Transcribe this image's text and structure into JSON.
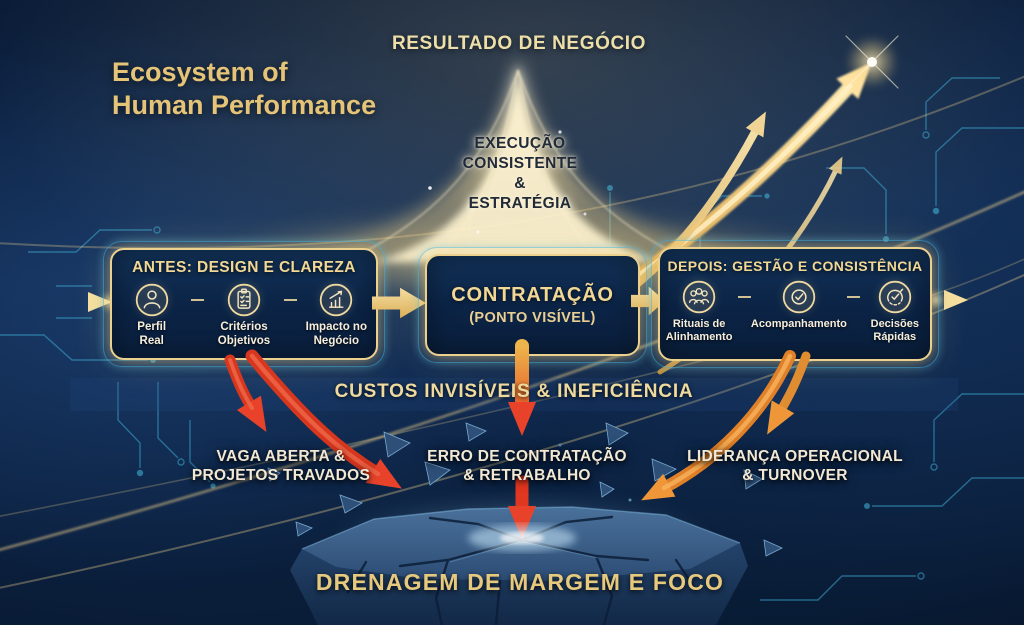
{
  "colors": {
    "background_navy": "#0d2446",
    "gold_accent": "#e8c87a",
    "gold_bright": "#ffe9b0",
    "cream_text": "#f2e8d4",
    "dark_text_on_glow": "#212a38",
    "red_arrow": "#d8371f",
    "orange_arrow": "#e08028",
    "cyan_circuit": "#3fb4dc",
    "stone_blue": "#2e5078"
  },
  "header": {
    "title_line1": "Ecosystem of",
    "title_line2": "Human Performance",
    "outcome_label": "RESULTADO DE NEGÓCIO"
  },
  "peak": {
    "label": "EXECUÇÃO\nCONSISTENTE\n&\nESTRATÉGIA"
  },
  "flow": {
    "before": {
      "title": "ANTES: DESIGN E CLAREZA",
      "items": [
        {
          "icon": "person-icon",
          "label": "Perfil\nReal"
        },
        {
          "icon": "checklist-icon",
          "label": "Critérios\nObjetivos"
        },
        {
          "icon": "growth-chart-icon",
          "label": "Impacto no\nNegócio"
        }
      ]
    },
    "hiring": {
      "title": "CONTRATAÇÃO",
      "subtitle": "(PONTO VISÍVEL)"
    },
    "after": {
      "title": "DEPOIS: GESTÃO E CONSISTÊNCIA",
      "items": [
        {
          "icon": "team-icon",
          "label": "Rituais de\nAlinhamento"
        },
        {
          "icon": "check-circle-icon",
          "label": "Acompanhamento"
        },
        {
          "icon": "speed-check-icon",
          "label": "Decisões\nRápidas"
        }
      ]
    }
  },
  "costs": {
    "band_label": "CUSTOS INVISÍVEIS & INEFICIÊNCIA",
    "items": [
      {
        "label": "VAGA ABERTA &\nPROJETOS TRAVADOS"
      },
      {
        "label": "ERRO DE CONTRATAÇÃO\n& RETRABALHO"
      },
      {
        "label": "LIDERANÇA OPERACIONAL\n& TURNOVER"
      }
    ]
  },
  "bottom": {
    "label": "DRENAGEM DE MARGEM E FOCO"
  }
}
